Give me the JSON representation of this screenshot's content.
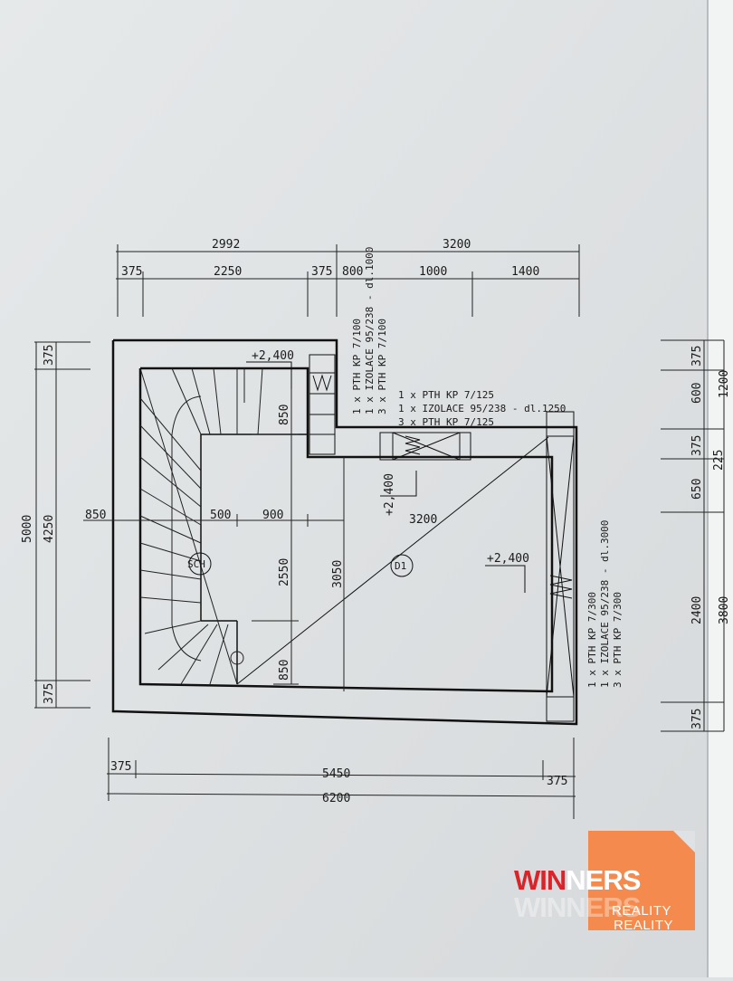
{
  "dimensions": {
    "top_total_left": "2992",
    "top_total_right": "3200",
    "top_seg_1": "375",
    "top_seg_2": "2250",
    "top_seg_3": "375",
    "top_seg_4": "800",
    "top_seg_5": "1000",
    "top_seg_6": "1400",
    "left_total": "5000",
    "left_inner": "4250",
    "left_top": "375",
    "left_bottom": "375",
    "right_1": "375",
    "right_2": "600",
    "right_3": "375",
    "right_4": "650",
    "right_5": "2400",
    "right_6": "375",
    "right_group_1": "1200",
    "right_group_2": "3800",
    "right_small": "225",
    "bottom_seg_1": "375",
    "bottom_seg_2": "5450",
    "bottom_seg_3": "375",
    "bottom_total": "6200",
    "inner_850_left": "850",
    "inner_500": "500",
    "inner_900": "900",
    "inner_3200": "3200",
    "inner_850_top": "850",
    "inner_2550": "2550",
    "inner_3050": "3050",
    "inner_850_bottom": "850"
  },
  "levels": {
    "level_1": "+2,400",
    "level_2": "+2,400",
    "level_3": "+2,400"
  },
  "labels": {
    "stair": "SCH",
    "floor": "D1"
  },
  "notes": {
    "lintel_top": [
      "1 x PTH KP 7/100",
      "1 x IZOLACE 95/238 - dl.1000",
      "3 x PTH KP 7/100"
    ],
    "lintel_mid": [
      "1 x PTH KP 7/125",
      "1 x IZOLACE 95/238 - dl.1250",
      "3 x PTH KP 7/125"
    ],
    "lintel_right": [
      "1 x PTH KP 7/300",
      "1 x IZOLACE 95/238 - dl.3000",
      "3 x PTH KP 7/300"
    ]
  },
  "logo": {
    "word_red": "WIN",
    "word_white": "NERS",
    "ghost": "WINNERS",
    "sub": "REALITY",
    "sub2": "REALITY"
  }
}
